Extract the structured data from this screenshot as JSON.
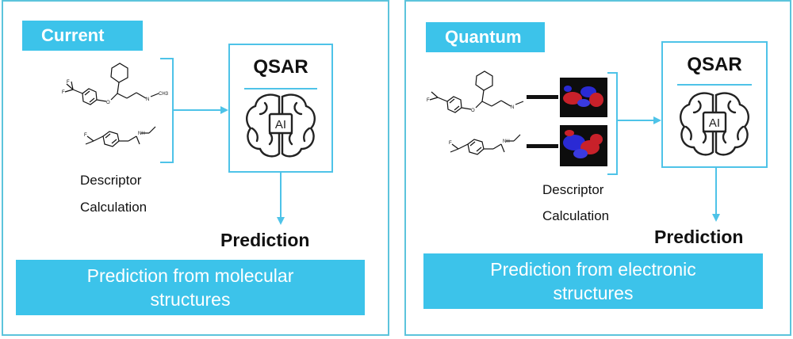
{
  "current": {
    "tag": "Current",
    "qsar_title": "QSAR",
    "brain_label": "AI",
    "descriptor_line1": "Descriptor",
    "descriptor_line2": "Calculation",
    "prediction": "Prediction",
    "banner_line1": "Prediction from molecular",
    "banner_line2": "structures"
  },
  "quantum": {
    "tag": "Quantum",
    "qsar_title": "QSAR",
    "brain_label": "AI",
    "descriptor_line1": "Descriptor",
    "descriptor_line2": "Calculation",
    "prediction": "Prediction",
    "banner_line1": "Prediction from electronic",
    "banner_line2": "structures"
  },
  "molecule_labels": {
    "cf3": "F",
    "oxygen": "O",
    "amine": "N",
    "amine_h": "H",
    "methyl": "CH3",
    "nh": "NH"
  },
  "colors": {
    "accent": "#3cc3ea",
    "border": "#5cc4dc",
    "text": "#111111"
  }
}
